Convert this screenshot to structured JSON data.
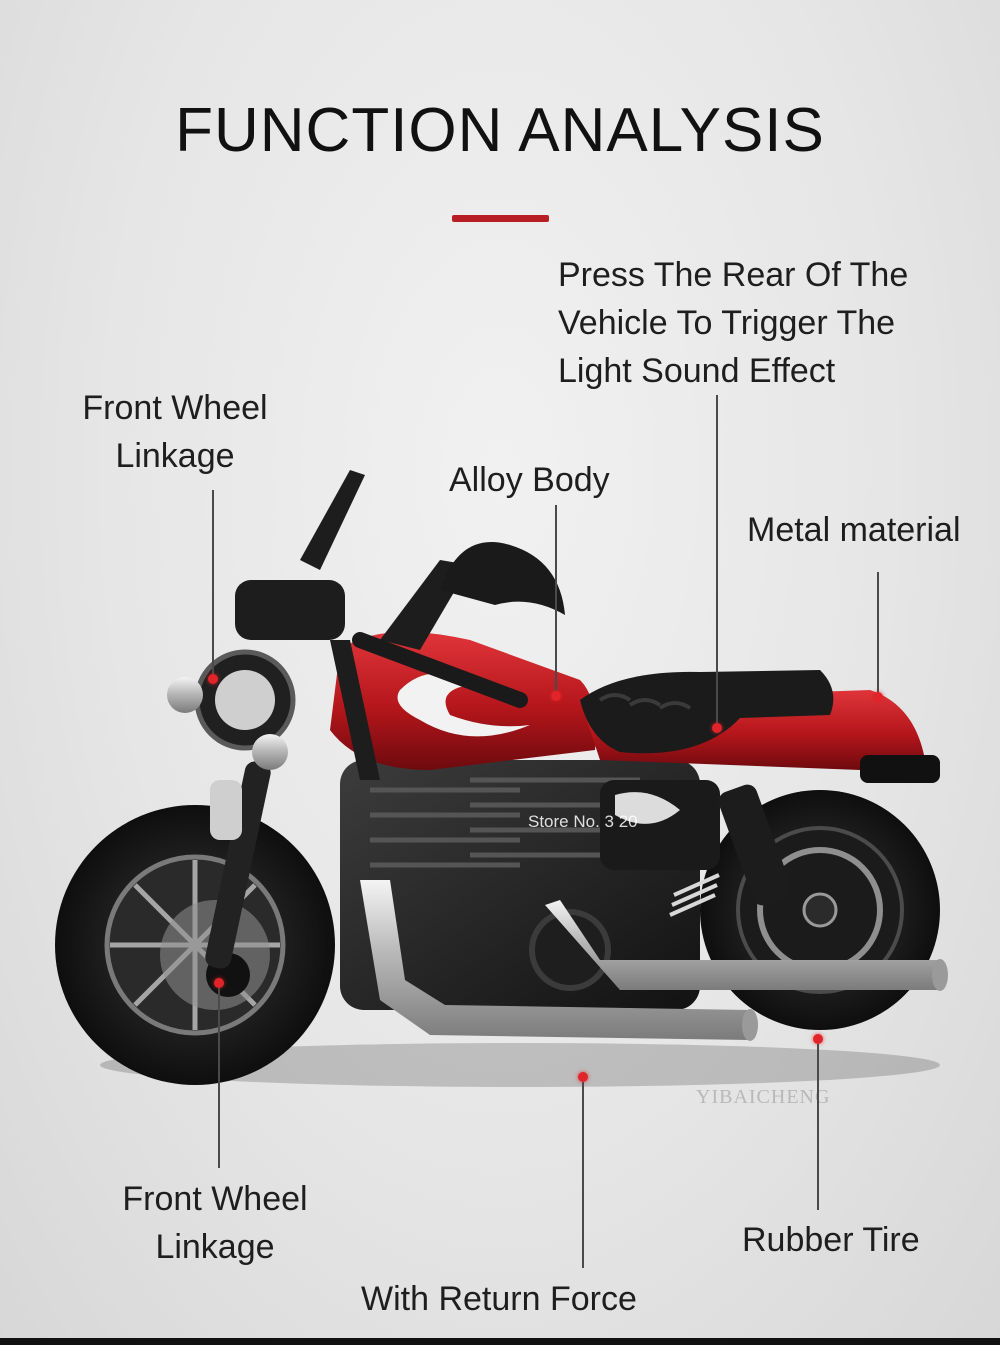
{
  "header": {
    "title": "FUNCTION ANALYSIS"
  },
  "callouts": {
    "front_wheel_linkage_top": [
      "Front Wheel",
      "Linkage"
    ],
    "alloy_body": "Alloy Body",
    "light_sound": [
      "Press The Rear Of The",
      "Vehicle To Trigger The",
      "Light Sound Effect"
    ],
    "metal_material": "Metal material",
    "front_wheel_linkage_bottom": [
      "Front Wheel",
      "Linkage"
    ],
    "return_force": "With Return Force",
    "rubber_tire": "Rubber Tire"
  },
  "watermarks": {
    "store": "Store No. 3   20",
    "brand": "YIBAICHENG"
  },
  "colors": {
    "accent": "#b81f24",
    "body_red": "#c41a1f",
    "marker": "#e0242a"
  }
}
